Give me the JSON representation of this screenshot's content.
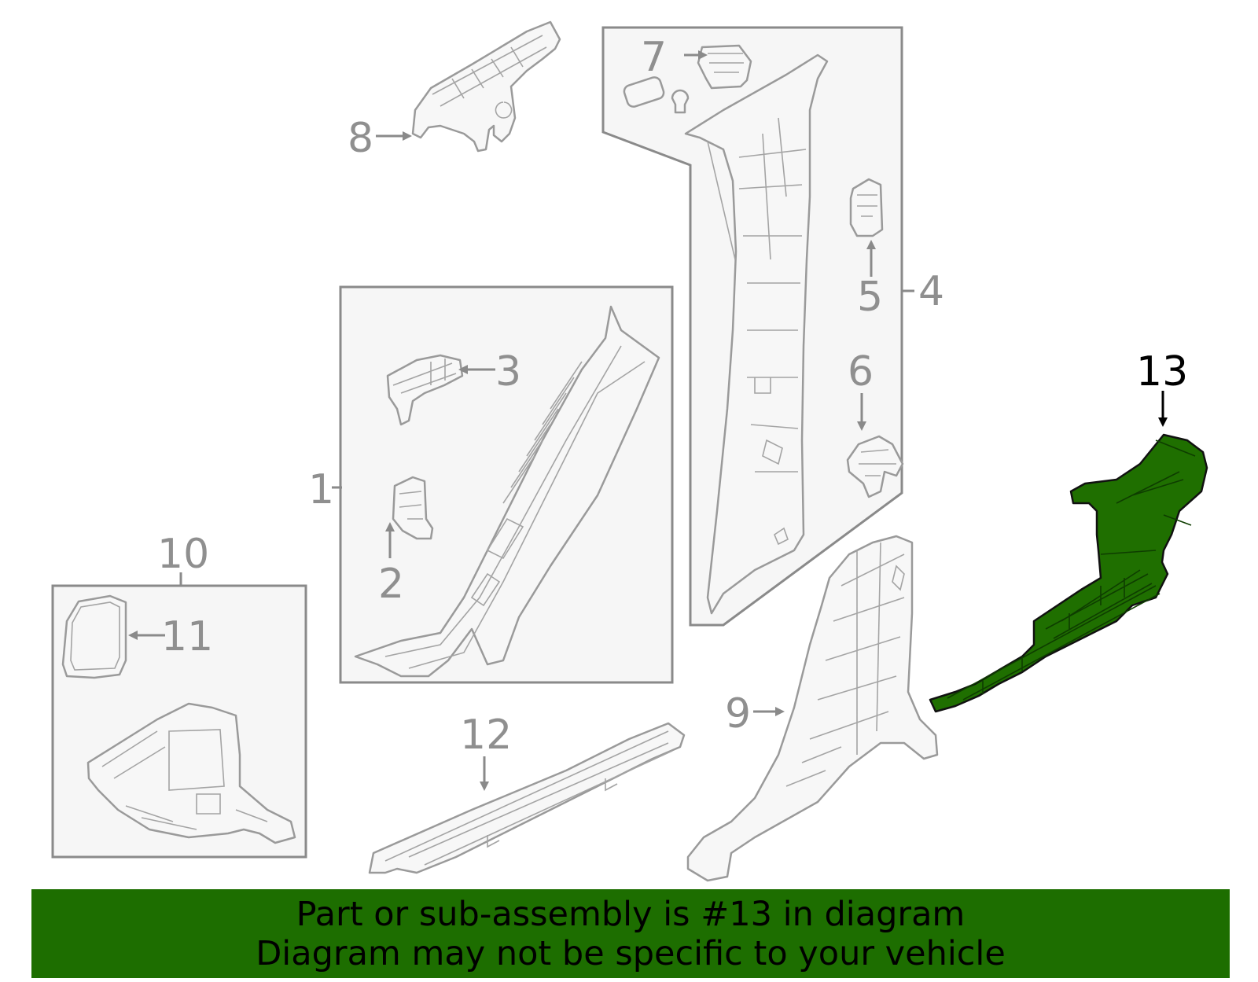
{
  "callouts": {
    "c1": "1",
    "c2": "2",
    "c3": "3",
    "c4": "4",
    "c5": "5",
    "c6": "6",
    "c7": "7",
    "c8": "8",
    "c9": "9",
    "c10": "10",
    "c11": "11",
    "c12": "12",
    "c13": "13"
  },
  "highlighted_part": "13",
  "colors": {
    "highlight": "#1d6e00",
    "part_stroke": "#9a9a9a",
    "box_fill": "#f6f6f6"
  },
  "banner": {
    "line1": "Part or sub-assembly is #13 in diagram",
    "line2": "Diagram may not be specific to your vehicle"
  }
}
